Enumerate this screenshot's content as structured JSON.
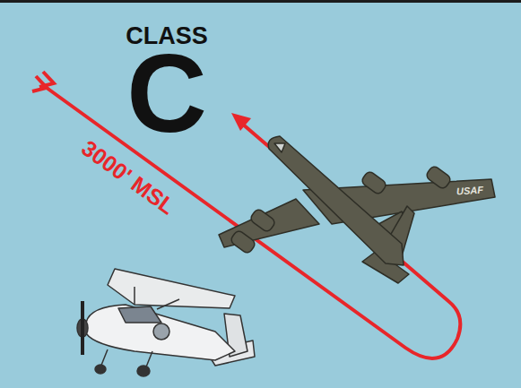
{
  "diagram": {
    "labels": [
      "CLASS",
      "C",
      "3000' MSL",
      "USAF"
    ]
  }
}
